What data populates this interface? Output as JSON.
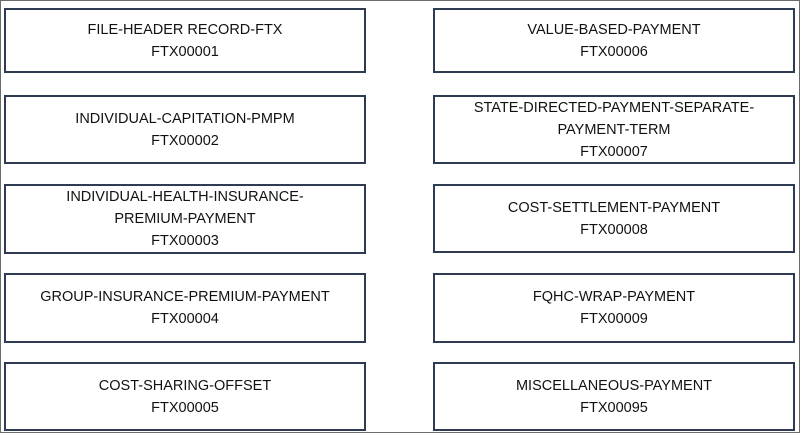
{
  "records": [
    {
      "name": "FILE-HEADER RECORD-FTX",
      "code": "FTX00001"
    },
    {
      "name": "INDIVIDUAL-CAPITATION-PMPM",
      "code": "FTX00002"
    },
    {
      "name": "INDIVIDUAL-HEALTH-INSURANCE-\nPREMIUM-PAYMENT",
      "code": "FTX00003"
    },
    {
      "name": "GROUP-INSURANCE-PREMIUM-PAYMENT",
      "code": "FTX00004"
    },
    {
      "name": "COST-SHARING-OFFSET",
      "code": "FTX00005"
    },
    {
      "name": "VALUE-BASED-PAYMENT",
      "code": "FTX00006"
    },
    {
      "name": "STATE-DIRECTED-PAYMENT-SEPARATE-\nPAYMENT-TERM",
      "code": "FTX00007"
    },
    {
      "name": "COST-SETTLEMENT-PAYMENT",
      "code": "FTX00008"
    },
    {
      "name": "FQHC-WRAP-PAYMENT",
      "code": "FTX00009"
    },
    {
      "name": "MISCELLANEOUS-PAYMENT",
      "code": "FTX00095"
    }
  ],
  "colors": {
    "box_border": "#2f3b52",
    "frame_border": "#6b6b6b",
    "text": "#111111",
    "background": "#ffffff"
  }
}
